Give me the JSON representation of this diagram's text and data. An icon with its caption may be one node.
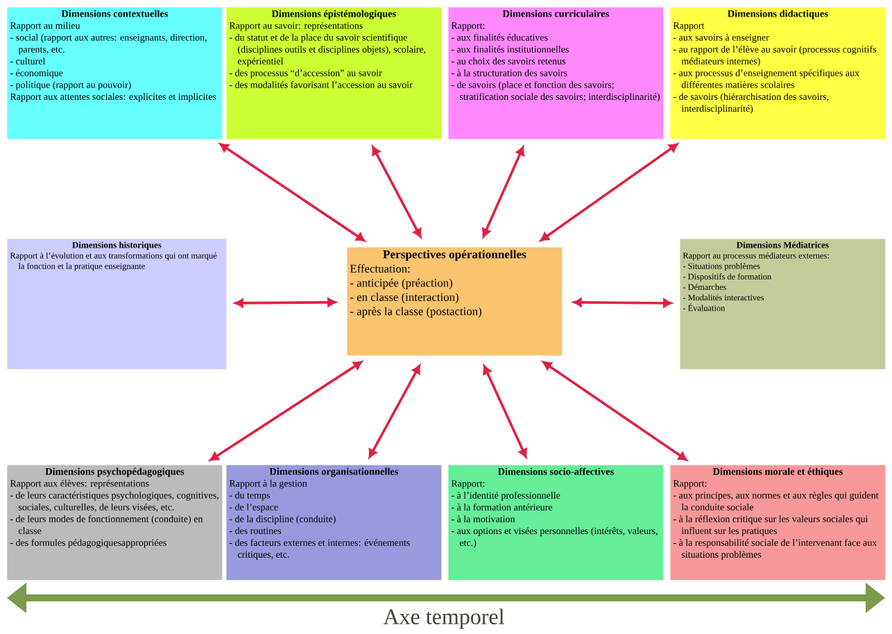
{
  "diagram": {
    "nodes": [
      {
        "text": [
          "Dimensions contextuelles",
          "Rapport au milieu",
          "- social (rapport aux autres: enseignants, direction, parents, etc.",
          "- culturel",
          "- économique",
          "- politique (rapport au pouvoir)",
          "Rapport aux attentes sociales: explicites et implicites"
        ]
      },
      {
        "text": [
          "Dimensions épistémologiques",
          "Rapport au savoir: représentations",
          "- du statut et de la place du savoir scientifique (disciplines outils et disciplines objets), scolaire, expérientiel",
          "- des processus “d’accession” au savoir",
          "- des modalités favorisant l’accession au savoir"
        ]
      },
      {
        "text": [
          "Dimensions curriculaires",
          "Rapport:",
          "- aux finalités éducatives",
          "- aux finalités institutionnelles",
          "- au choix des savoirs retenus",
          "- à la structuration des savoirs",
          "- de savoirs (place et fonction des savoirs; stratification sociale des savoirs; interdisciplinarité)"
        ]
      },
      {
        "text": [
          "Dimensions didactiques",
          "Rapport",
          "- aux savoirs à enseigner",
          "- au rapport de l’élève au savoir (processus cognitifs médiateurs internes)",
          "- aux processus d’enseignement spécifiques aux différentes matières scolaires",
          "- de savoirs (hiérarchisation des savoirs, interdisciplinarité)"
        ]
      },
      {
        "text": [
          "Dimensions historiques",
          "Rapport à l’évolution et aux transformations qui ont marqué la fonction et la pratique enseignante"
        ]
      },
      {
        "text": [
          "Perspectives opérationnelles",
          "Effectuation:",
          "- anticipée (préaction)",
          "- en classe (interaction)",
          "- après la classe (postaction)"
        ]
      },
      {
        "text": [
          "Dimensions Médiatrices",
          "Rapport au processus médiateurs externes:",
          "- Situations problèmes",
          "- Dispositifs de formation",
          "- Démarches",
          "- Modalités interactives",
          "- Évaluation"
        ]
      },
      {
        "text": [
          "Dimensions psychopédagogiques",
          "Rapport aux élèves: représentations",
          "- de leurs caractéristiques psychologiques, cognitives, sociales, culturelles, de leurs visées, etc.",
          "- de leurs modes de fonctionnement (conduite) en classe",
          "- des formules pédagogiquesappropriées"
        ]
      },
      {
        "text": [
          "Dimensions organisationnelles",
          "Rapport à la gestion",
          "- du temps",
          "- de l’espace",
          "- de la discipline (conduite)",
          "- des routines",
          "- des facteurs externes et internes: événements critiques, etc."
        ]
      },
      {
        "text": [
          "Dimensions socio-affectives",
          "Rapport:",
          "- à l’identité professionnelle",
          "- à la formation antérieure",
          "- à la motivation",
          "- aux options et visées personnelles (intérêts, valeurs, etc.)"
        ]
      },
      {
        "text": [
          "Dimensions morale et éthiques",
          "Rapport:",
          "- aux principes, aux normes et aux règles qui guident la conduite sociale",
          "- à la réflexion critique sur les valeurs sociales qui influent sur les pratiques",
          "- à la responsabilité sociale de l’intervenant face aux situations problèmes"
        ]
      }
    ],
    "edges": [
      {
        "from": 5,
        "to": 0,
        "arrow": "both"
      },
      {
        "from": 5,
        "to": 1,
        "arrow": "both"
      },
      {
        "from": 5,
        "to": 2,
        "arrow": "both"
      },
      {
        "from": 5,
        "to": 3,
        "arrow": "both"
      },
      {
        "from": 5,
        "to": 4,
        "arrow": "both"
      },
      {
        "from": 5,
        "to": 6,
        "arrow": "both"
      },
      {
        "from": 5,
        "to": 7,
        "arrow": "both"
      },
      {
        "from": 5,
        "to": 8,
        "arrow": "both"
      },
      {
        "from": 5,
        "to": 9,
        "arrow": "both"
      },
      {
        "from": 5,
        "to": 10,
        "arrow": "both"
      }
    ],
    "labels": [
      "Axe temporel"
    ]
  }
}
